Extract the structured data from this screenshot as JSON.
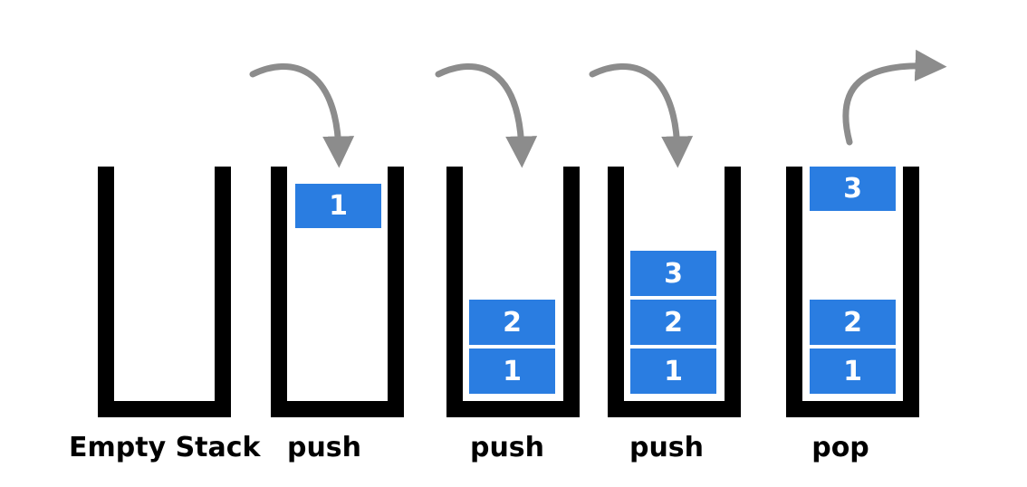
{
  "colors": {
    "block": "#2a7de1",
    "container": "#000000",
    "arrow": "#8c8c8c",
    "text_on_block": "#ffffff"
  },
  "stacks": [
    {
      "label": "Empty Stack",
      "blocks": [],
      "arrow": "none"
    },
    {
      "label": "push",
      "blocks": [
        {
          "value": "1"
        }
      ],
      "arrow": "in"
    },
    {
      "label": "push",
      "blocks": [
        {
          "value": "2"
        },
        {
          "value": "1"
        }
      ],
      "arrow": "in"
    },
    {
      "label": "push",
      "blocks": [
        {
          "value": "3"
        },
        {
          "value": "2"
        },
        {
          "value": "1"
        }
      ],
      "arrow": "in"
    },
    {
      "label": "pop",
      "blocks": [
        {
          "value": "3"
        },
        {
          "value": "2"
        },
        {
          "value": "1"
        }
      ],
      "arrow": "out"
    }
  ],
  "icons": {
    "arrow_in": "curved-arrow-down-icon",
    "arrow_out": "curved-arrow-up-right-icon"
  }
}
